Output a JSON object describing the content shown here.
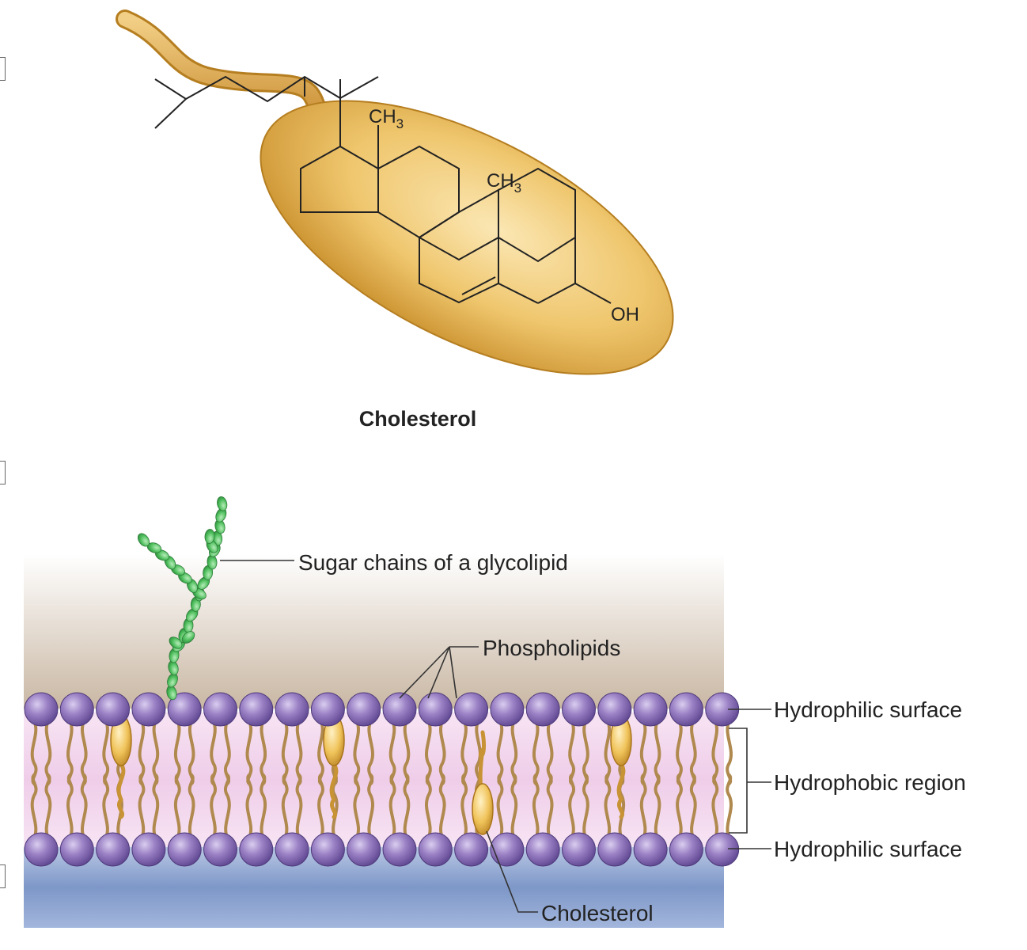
{
  "molecule": {
    "title": "Cholesterol",
    "methyl_top": {
      "main": "CH",
      "sub": "3"
    },
    "methyl_mid": {
      "main": "CH",
      "sub": "3"
    },
    "hydroxyl": "OH"
  },
  "membrane": {
    "labels": {
      "sugar": "Sugar chains of a glycolipid",
      "phospholipids": "Phospholipids",
      "hydrophilic_top": "Hydrophilic surface",
      "hydrophobic": "Hydrophobic region",
      "hydrophilic_bottom": "Hydrophilic surface",
      "cholesterol": "Cholesterol"
    }
  },
  "colors": {
    "capsule": "#e6b458",
    "head": "#8a6cb5",
    "tail": "#b0894f",
    "sugar": "#4fbf5e",
    "core": "#f3d6ee",
    "below": "#7d97c8",
    "above": "#c9b7a3"
  }
}
